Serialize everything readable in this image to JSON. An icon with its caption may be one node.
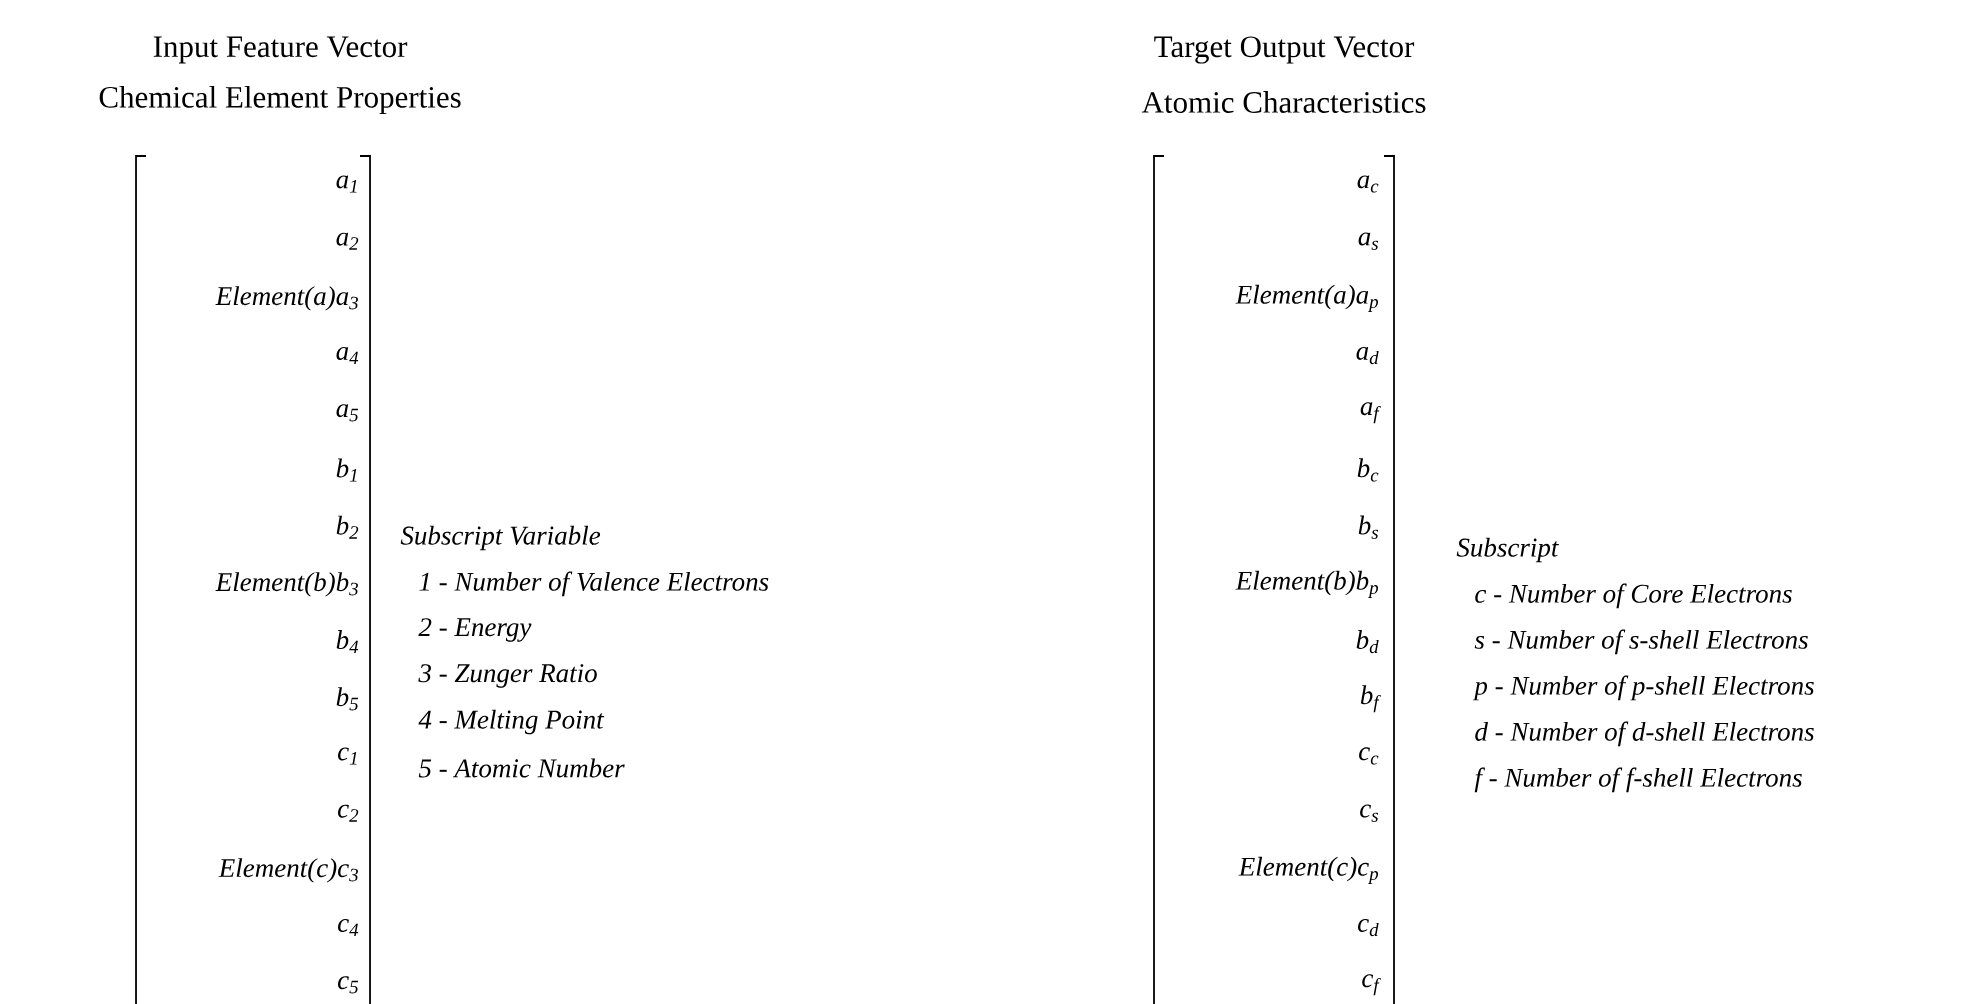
{
  "diagram": {
    "labels": [
      "Input Feature Vector",
      "Chemical Element Properties",
      "Target Output Vector",
      "Atomic Characteristics",
      "a$_{1}$",
      "a$_{2}$",
      "Element(a)a$_{3}$",
      "a$_{4}$",
      "a$_{5}$",
      "b$_{1}$",
      "b$_{2}$",
      "Element(b)b$_{3}$",
      "b$_{4}$",
      "b$_{5}$",
      "c$_{1}$",
      "c$_{2}$",
      "Element(c)c$_{3}$",
      "c$_{4}$",
      "c$_{5}$",
      "Subscript Variable",
      "1 - Number of Valence Electrons",
      "2 - Energy",
      "3 - Zunger Ratio",
      "4 - Melting Point",
      "5 - Atomic Number",
      "a$_{c}$",
      "a$_{s}$",
      "Element(a)a$_{p}$",
      "a$_{d}$",
      "a$_{f}$",
      "b$_{c}$",
      "b$_{s}$",
      "Element(b)b$_{p}$",
      "b$_{d}$",
      "b$_{f}$",
      "c$_{c}$",
      "c$_{s}$",
      "Element(c)c$_{p}$",
      "c$_{d}$",
      "c$_{f}$",
      "Subscript",
      "c - Number of Core Electrons",
      "s - Number of s-shell Electrons",
      "p - Number of p-shell Electrons",
      "d - Number of d-shell Electrons",
      "f - Number of f-shell Electrons"
    ]
  }
}
